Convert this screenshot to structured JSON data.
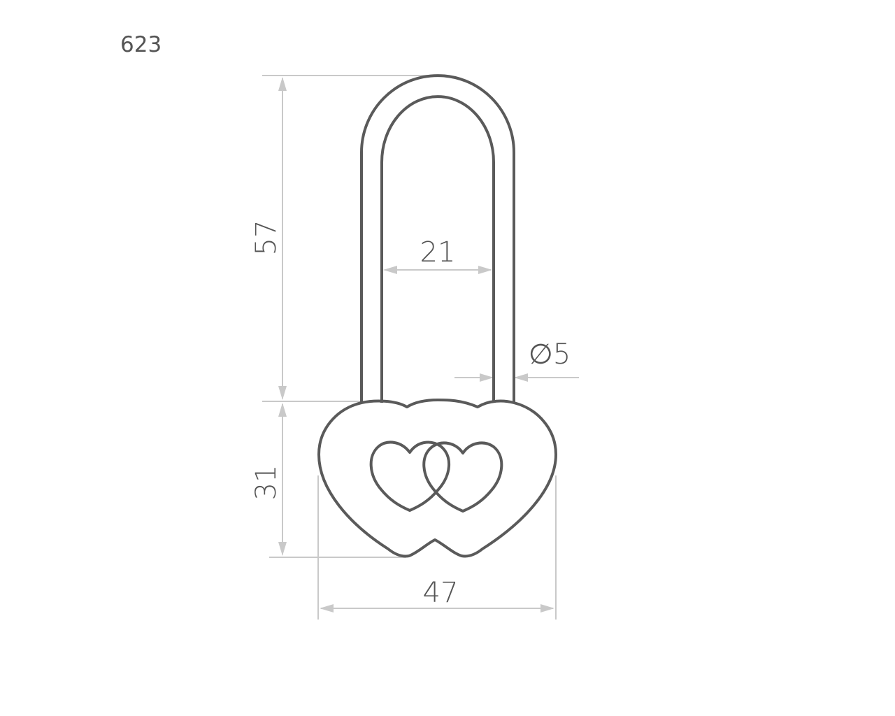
{
  "model_number": "623",
  "dimensions": {
    "shackle_height": "57",
    "body_height": "31",
    "body_width": "47",
    "shackle_inner_width": "21",
    "shackle_diameter": "∅5"
  },
  "colors": {
    "outline": "#5a5a5a",
    "dimension_lines": "#c9c9c9",
    "text": "#555555"
  }
}
